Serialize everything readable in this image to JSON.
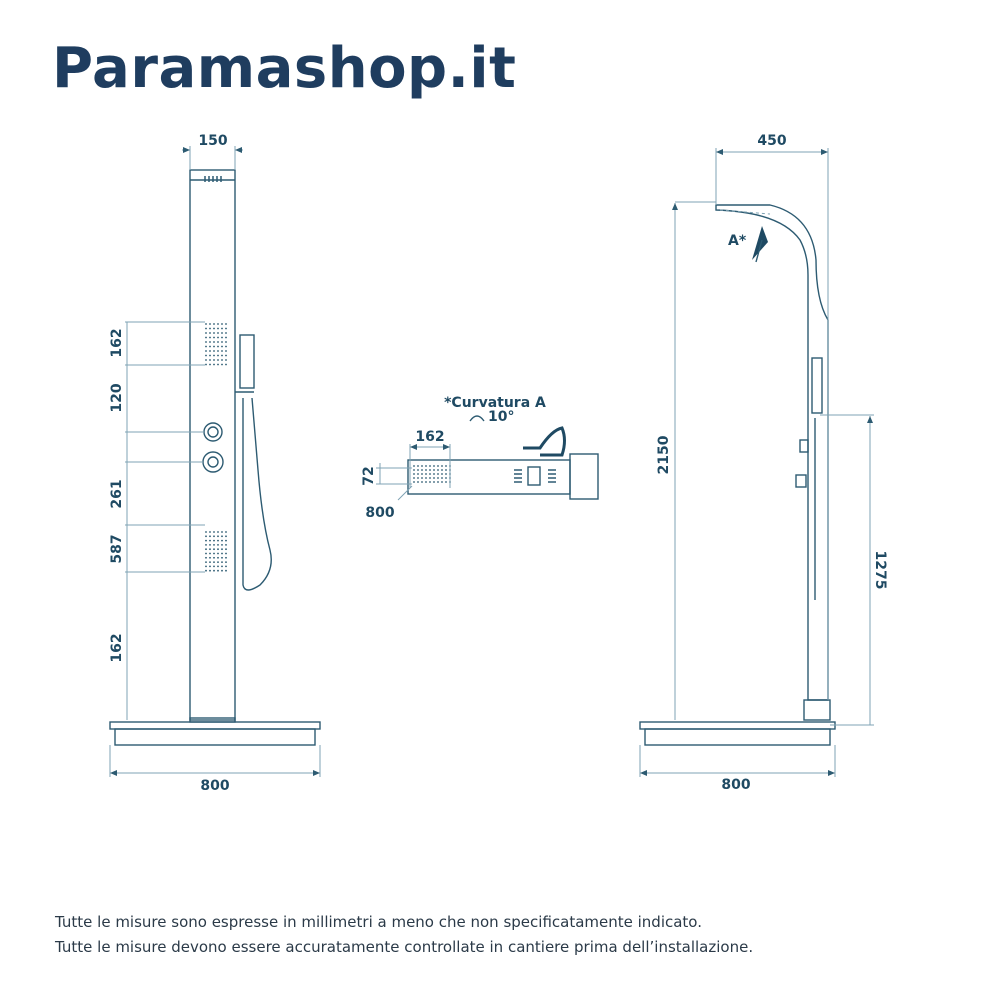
{
  "brand": "Paramashop.it",
  "front_view": {
    "width_top": "150",
    "heights": [
      "162",
      "120",
      "261",
      "587",
      "162"
    ],
    "base_width": "800"
  },
  "top_view": {
    "curvature_label": "*Curvatura A",
    "curvature_angle": "10°",
    "panel_width": "162",
    "panel_depth": "72",
    "length": "800"
  },
  "side_view": {
    "head_reach": "450",
    "total_height": "2150",
    "handshower_height": "1275",
    "base_width": "800",
    "curve_marker": "A*"
  },
  "footer": {
    "line1": "Tutte le misure sono espresse in millimetri a meno che non specificatamente indicato.",
    "line2": "Tutte le misure devono essere accuratamente controllate in cantiere prima dell’installazione."
  },
  "colors": {
    "brand": "#1f3d5f",
    "line": "#2d5b72"
  }
}
